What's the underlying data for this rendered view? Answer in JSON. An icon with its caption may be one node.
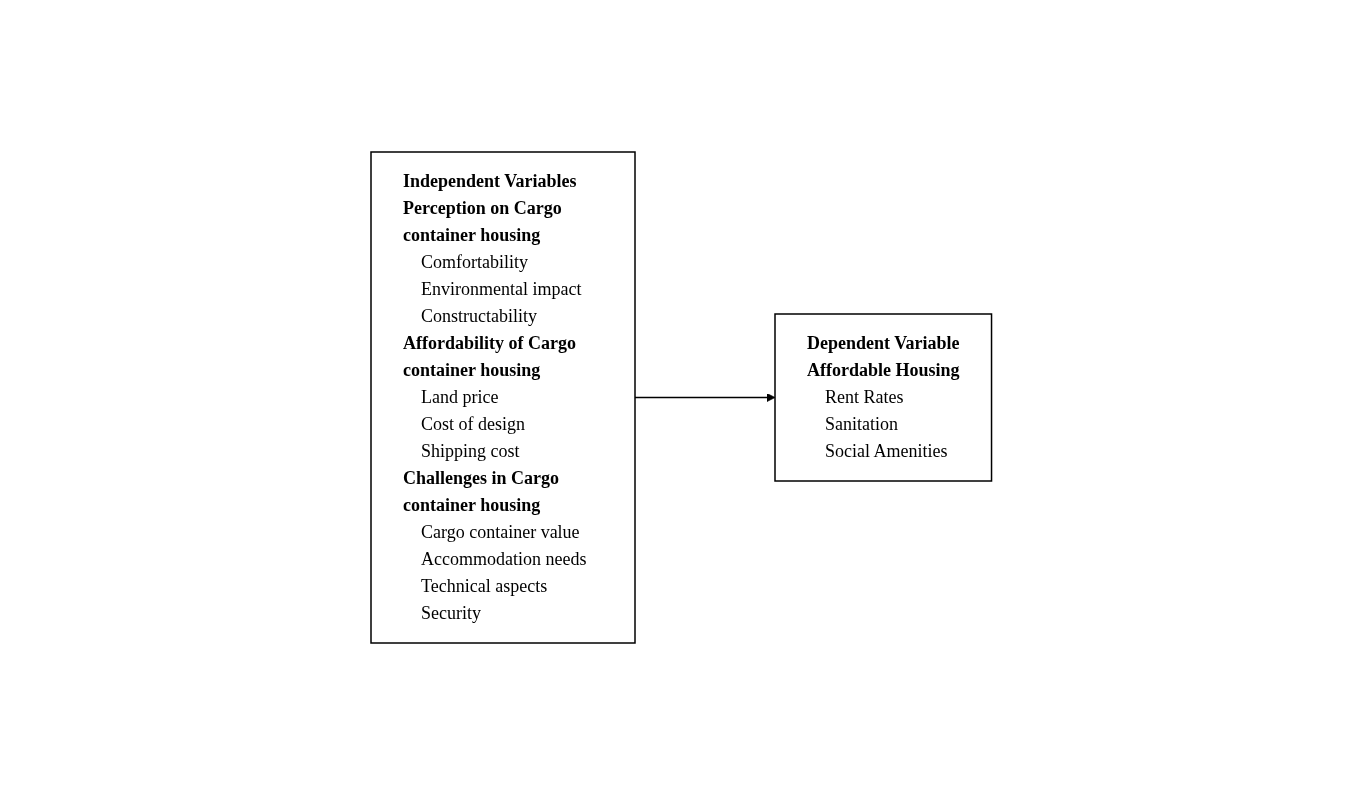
{
  "diagram": {
    "nodes": [
      {
        "text": [
          "Independent Variables",
          "Perception on Cargo container housing",
          "Comfortability",
          "Environmental impact",
          "Constructability",
          "Affordability of Cargo container housing",
          "Land price",
          "Cost of design",
          "Shipping cost",
          "Challenges in Cargo container housing",
          "Cargo container value",
          "Accommodation needs",
          "Technical aspects",
          "Security"
        ]
      },
      {
        "text": [
          "Dependent Variable",
          "Affordable Housing",
          "Rent Rates",
          "Sanitation",
          "Social Amenities"
        ]
      }
    ],
    "edges": [
      {
        "from": 0,
        "to": 1,
        "arrow": "to"
      }
    ]
  }
}
